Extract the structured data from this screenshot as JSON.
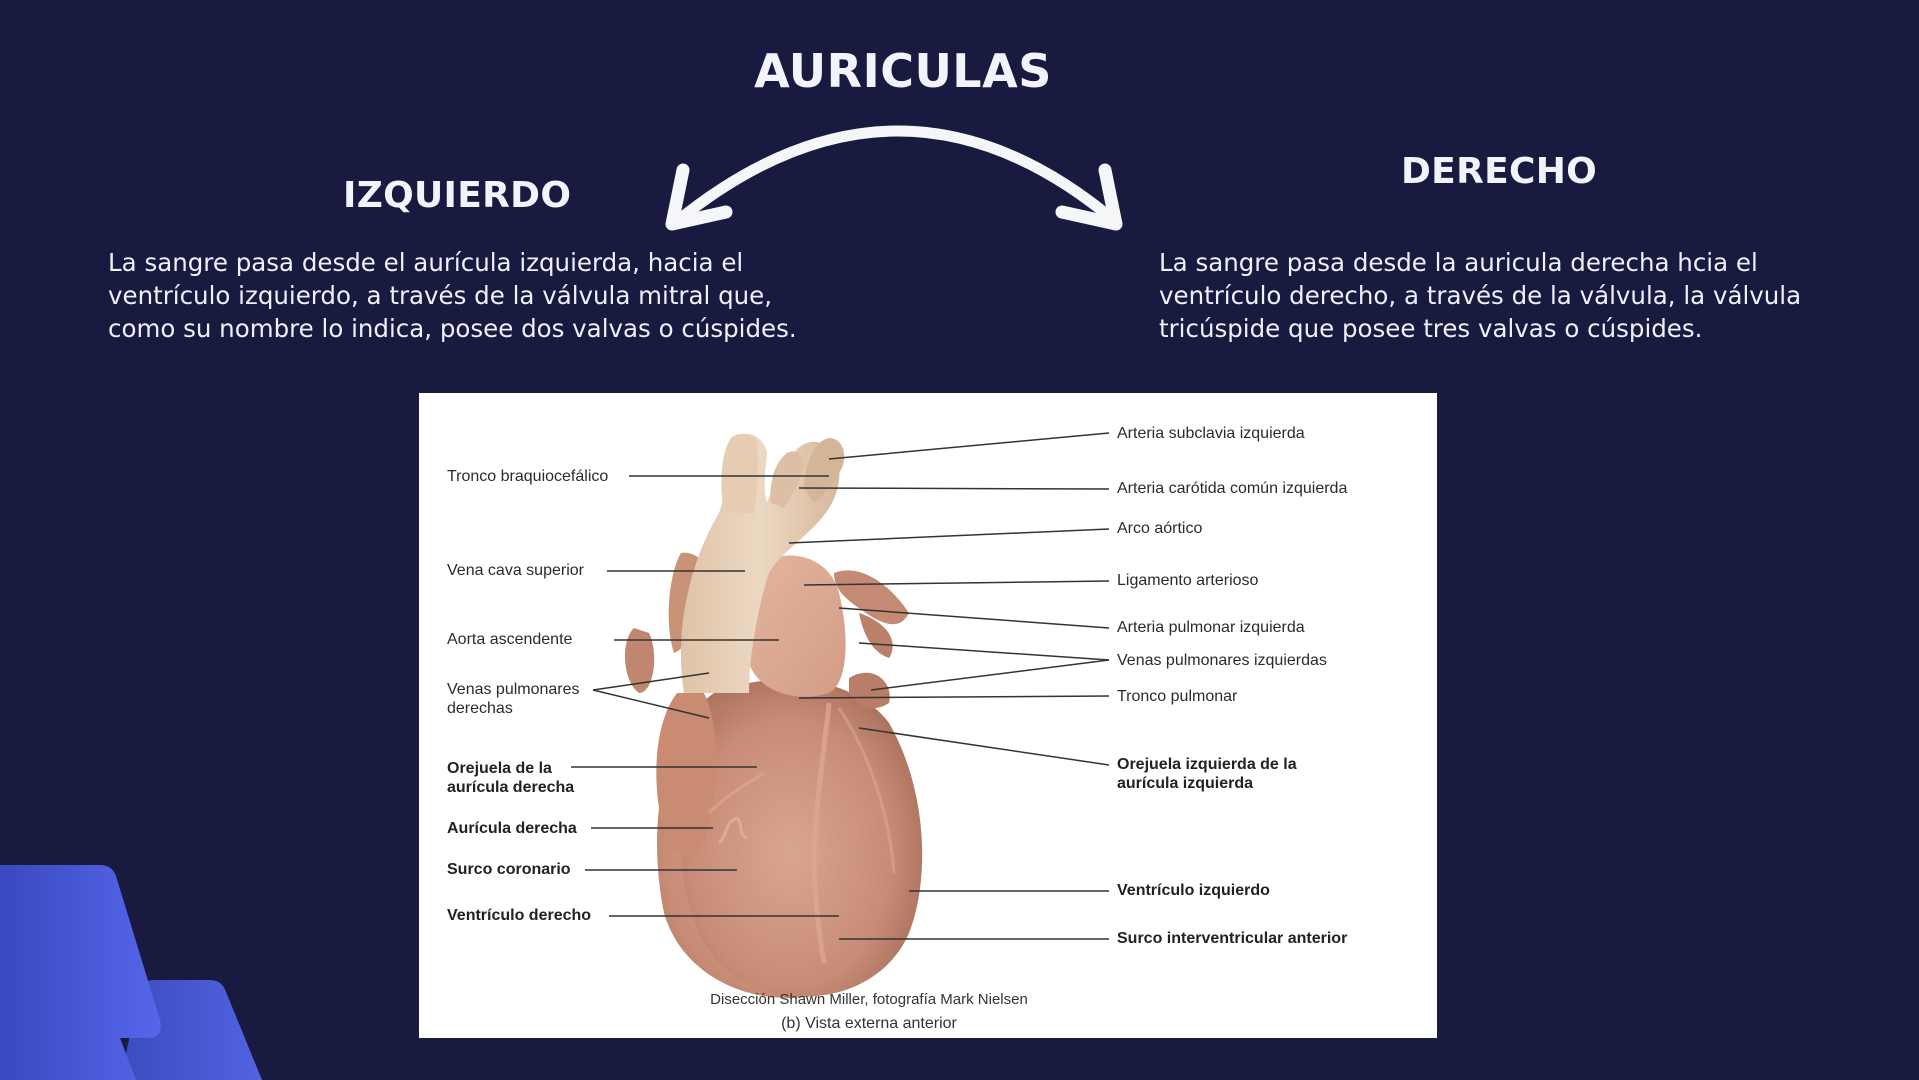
{
  "slide": {
    "title": "AURICULAS",
    "left": {
      "heading": "IZQUIERDO",
      "body": "La sangre pasa desde el aurícula izquierda, hacia el\nventrículo izquierdo, a través de la válvula mitral que,\ncomo su nombre lo indica, posee dos valvas o cúspides."
    },
    "right": {
      "heading": "DERECHO",
      "body": "La sangre pasa desde la auricula derecha hcia el\nventrículo derecho, a través de la válvula, la válvula\ntricúspide que posee tres valvas o cúspides."
    },
    "colors": {
      "background": "#181a3f",
      "text": "#f2f3fb",
      "accent": "#4f5fe0",
      "figure_bg": "#ffffff"
    },
    "icons": {
      "arrow": "double-headed-curved-arrow-icon"
    }
  },
  "figure": {
    "labels_left": [
      {
        "text": "Tronco braquiocefálico",
        "bold": false
      },
      {
        "text": "Vena cava superior",
        "bold": false
      },
      {
        "text": "Aorta ascendente",
        "bold": false
      },
      {
        "text": "Venas pulmonares\nderechas",
        "bold": false
      },
      {
        "text": "Orejuela de la\naurícula derecha",
        "bold": true
      },
      {
        "text": "Aurícula derecha",
        "bold": true
      },
      {
        "text": "Surco coronario",
        "bold": true
      },
      {
        "text": "Ventrículo derecho",
        "bold": true
      }
    ],
    "labels_right": [
      {
        "text": "Arteria subclavia izquierda",
        "bold": false
      },
      {
        "text": "Arteria carótida común izquierda",
        "bold": false
      },
      {
        "text": "Arco aórtico",
        "bold": false
      },
      {
        "text": "Ligamento arterioso",
        "bold": false
      },
      {
        "text": "Arteria pulmonar izquierda",
        "bold": false
      },
      {
        "text": "Venas pulmonares izquierdas",
        "bold": false
      },
      {
        "text": "Tronco pulmonar",
        "bold": false
      },
      {
        "text": "Orejuela izquierda de la\naurícula izquierda",
        "bold": true
      },
      {
        "text": "Ventrículo izquierdo",
        "bold": true
      },
      {
        "text": "Surco interventricular anterior",
        "bold": true
      }
    ],
    "credit": "Disección Shawn Miller, fotografía Mark Nielsen",
    "caption": "(b) Vista externa anterior"
  }
}
